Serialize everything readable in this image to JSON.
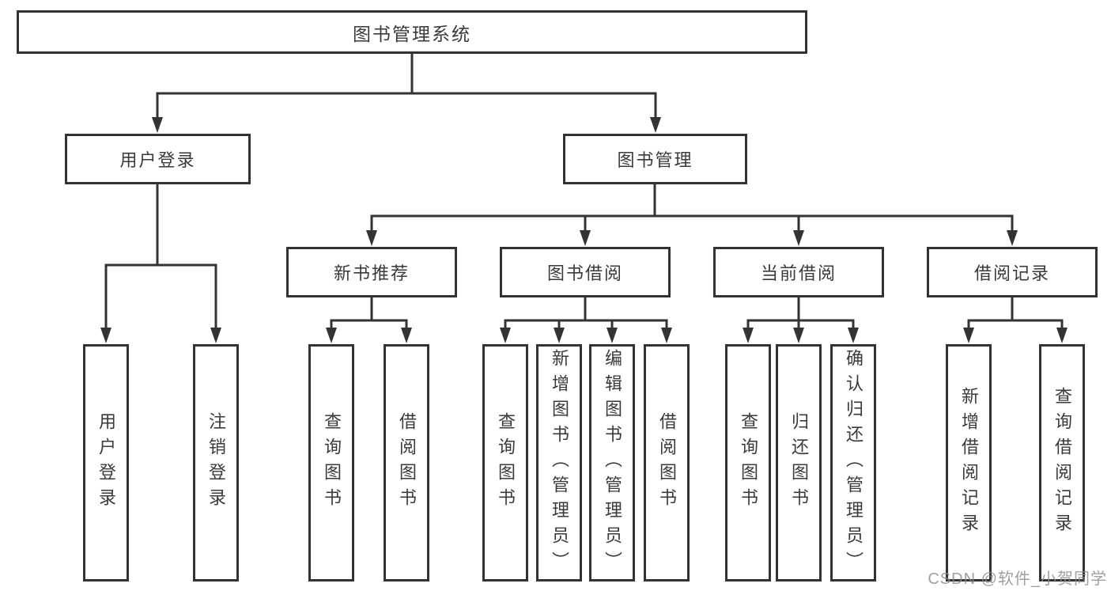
{
  "colors": {
    "line": "#333333",
    "box_border": "#333333",
    "box_background": "#ffffff",
    "text": "#3a3a3a",
    "watermark": "#8a8a8a"
  },
  "watermark": "CSDN @软件_小贺同学",
  "tree": {
    "root": "图书管理系统",
    "branches": [
      {
        "label": "用户登录",
        "children": [
          "用户登录",
          "注销登录"
        ]
      },
      {
        "label": "图书管理",
        "children": [
          {
            "label": "新书推荐",
            "children": [
              "查询图书",
              "借阅图书"
            ]
          },
          {
            "label": "图书借阅",
            "children": [
              "查询图书",
              "新增图书（管理员）",
              "编辑图书（管理员）",
              "借阅图书"
            ]
          },
          {
            "label": "当前借阅",
            "children": [
              "查询图书",
              "归还图书",
              "确认归还（管理员）"
            ]
          },
          {
            "label": "借阅记录",
            "children": [
              "新增借阅记录",
              "查询借阅记录"
            ]
          }
        ]
      }
    ]
  }
}
